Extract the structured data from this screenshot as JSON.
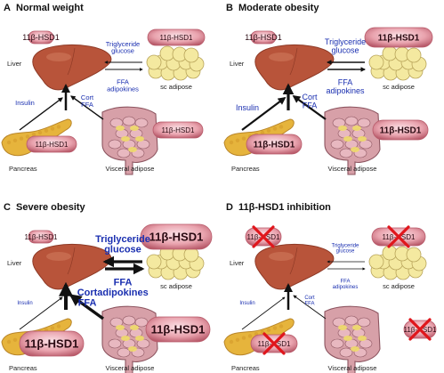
{
  "colors": {
    "liver": "#b8543a",
    "liver_dark": "#8e3a26",
    "pancreas": "#e6b43c",
    "pancreas_dark": "#b9862a",
    "adipose": "#f4e9a0",
    "adipose_dark": "#b8a45a",
    "gut": "#d7a0a8",
    "gut_dark": "#8d5560",
    "hsd_fill": "#e9a3ae",
    "hsd_dark": "#b85a6a",
    "blue_text": "#1a2fb0",
    "inhibit": "#e0161c"
  },
  "panels": [
    {
      "letter": "A",
      "title": "Normal weight",
      "liver_hsd": "11β-HSD1",
      "adipose_hsd": "11β-HSD1",
      "pancreas_hsd": "11β-HSD1",
      "visceral_hsd": "11β-HSD1",
      "to_liver_line1": "Triglyceride",
      "to_liver_line2": "glucose",
      "from_liver_line1": "FFA",
      "from_liver_line2": "adipokines",
      "insulin": "Insulin",
      "cort_line1": "Cort",
      "cort_line2": "FFA",
      "liver_label": "Liver",
      "adipose_label": "sc adipose",
      "pancreas_label": "Pancreas",
      "visceral_label": "Visceral adipose"
    },
    {
      "letter": "B",
      "title": "Moderate obesity",
      "liver_hsd": "11β-HSD1",
      "adipose_hsd": "11β-HSD1",
      "pancreas_hsd": "11β-HSD1",
      "visceral_hsd": "11β-HSD1",
      "to_liver_line1": "Triglyceride",
      "to_liver_line2": "glucose",
      "from_liver_line1": "FFA",
      "from_liver_line2": "adipokines",
      "insulin": "Insulin",
      "cort_line1": "Cort",
      "cort_line2": "FFA",
      "liver_label": "Liver",
      "adipose_label": "sc adipose",
      "pancreas_label": "Pancreas",
      "visceral_label": "Visceral adipose"
    },
    {
      "letter": "C",
      "title": "Severe obesity",
      "liver_hsd": "11β-HSD1",
      "adipose_hsd": "11β-HSD1",
      "pancreas_hsd": "11β-HSD1",
      "visceral_hsd": "11β-HSD1",
      "to_liver_line1": "Triglyceride",
      "to_liver_line2": "glucose",
      "from_liver_line1": "FFA",
      "from_liver_line2": "adipokines",
      "insulin": "Insulin",
      "cort_line1": "Cort",
      "cort_line2": "FFA",
      "liver_label": "Liver",
      "adipose_label": "sc adipose",
      "pancreas_label": "Pancreas",
      "visceral_label": "Visceral adipose"
    },
    {
      "letter": "D",
      "title": "11β-HSD1 inhibition",
      "liver_hsd": "11β-HSD1",
      "adipose_hsd": "11β-HSD1",
      "pancreas_hsd": "11β-HSD1",
      "visceral_hsd": "11β-HSD1",
      "to_liver_line1": "Triglyceride",
      "to_liver_line2": "glucose",
      "from_liver_line1": "FFA",
      "from_liver_line2": "adipokines",
      "insulin": "Insulin",
      "cort_line1": "Cort",
      "cort_line2": "FFA",
      "liver_label": "Liver",
      "adipose_label": "sc adipose",
      "pancreas_label": "Pancreas",
      "visceral_label": "Visceral adipose"
    }
  ]
}
